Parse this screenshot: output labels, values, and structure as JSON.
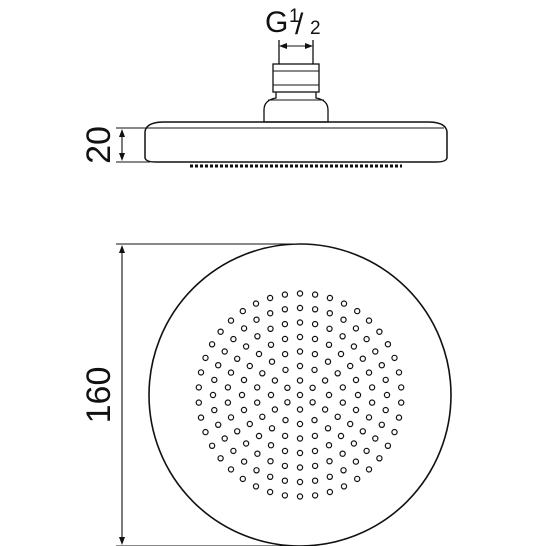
{
  "dimensions": {
    "thread": {
      "letter": "G",
      "num": "1",
      "slash": "/",
      "den": "2"
    },
    "height": "20",
    "diameter": "160"
  },
  "colors": {
    "line": "#111111",
    "background": "#ffffff"
  },
  "face": {
    "nozzle_rings": [
      1,
      6,
      12,
      18,
      24,
      30,
      36,
      42
    ]
  }
}
